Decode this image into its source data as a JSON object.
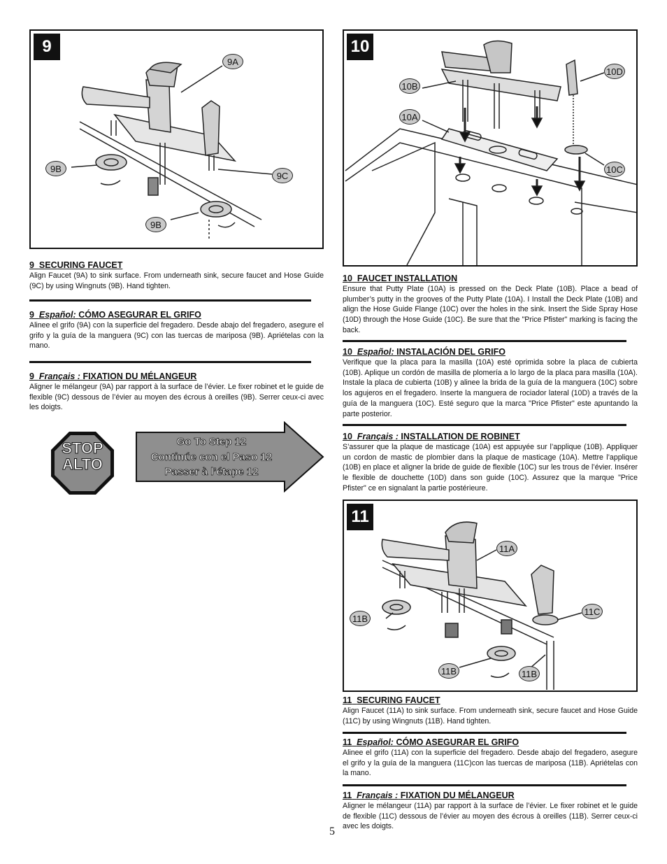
{
  "figure9": {
    "step": "9",
    "callouts": {
      "a": "9A",
      "b_top": "9B",
      "c": "9C",
      "b_bottom": "9B"
    }
  },
  "figure10": {
    "step": "10",
    "callouts": {
      "b": "10B",
      "a": "10A",
      "d": "10D",
      "c": "10C"
    }
  },
  "figure11": {
    "step": "11",
    "callouts": {
      "a": "11A",
      "b_left": "11B",
      "c": "11C",
      "b_mid": "11B",
      "b_right": "11B"
    }
  },
  "sec9_en": {
    "num": "9",
    "title": "SECURING FAUCET",
    "body": "Align Faucet (9A) to sink surface.  From underneath sink, secure faucet and Hose Guide (9C) by using Wingnuts (9B).  Hand tighten."
  },
  "sec9_es": {
    "num": "9",
    "lang": "Español:",
    "title": "CÓMO ASEGURAR EL GRIFO",
    "body": "Alinee el grifo (9A) con la superficie del fregadero. Desde abajo del fregadero, asegure el grifo y la guía de la manguera (9C) con las tuercas de mariposa (9B). Apriételas con la mano."
  },
  "sec9_fr": {
    "num": "9",
    "lang": "Français :",
    "title": "FIXATION DU MÉLANGEUR",
    "body": "Aligner le mélangeur (9A) par rapport à la surface de l’évier. Le fixer robinet et le guide de flexible (9C) dessous de l’évier au moyen des écrous à oreilles (9B). Serrer ceux-ci avec les doigts."
  },
  "stop": {
    "line1": "STOP",
    "line2": "ALTO"
  },
  "goto": {
    "line1": "Go To Step 12",
    "line2": "Continúe con el Paso 12",
    "line3": "Passer à l’étape 12"
  },
  "sec10_en": {
    "num": "10",
    "title": "FAUCET INSTALLATION",
    "body": "Ensure that Putty Plate (10A) is pressed on the Deck Plate (10B).  Place a bead of plumber’s putty in the grooves of the Putty Plate (10A).  I  Install the Deck Plate (10B) and align the Hose Guide Flange (10C) over the holes in the sink.  Insert the Side Spray Hose (10D) through the Hose Guide (10C).  Be sure that the \"Price Pfister\" marking is facing the back."
  },
  "sec10_es": {
    "num": "10",
    "lang": "Español:",
    "title": "INSTALACIÓN DEL GRIFO",
    "body": "Verifique que la placa para la masilla (10A) esté oprimida sobre la placa de cubierta (10B). Aplique un cordón de masilla de plomería a lo largo de la placa para masilla (10A).  Instale la placa de cubierta (10B) y alinee la brida de la guía de la manguera (10C) sobre los agujeros en el fregadero. Inserte la manguera de rociador lateral (10D) a través de la guía de la manguera (10C). Esté seguro que la marca \"Price Pfister\" este apuntando la parte posterior."
  },
  "sec10_fr": {
    "num": "10",
    "lang": "Français :",
    "title": "INSTALLATION DE ROBINET",
    "body": "S’assurer que la plaque de masticage (10A) est appuyée sur l’applique (10B). Appliquer un cordon de mastic de plombier dans la plaque de masticage (10A).  Mettre l’applique (10B) en place et aligner la bride de guide de flexible (10C) sur les trous de l’évier. Insérer le flexible de douchette (10D) dans son guide (10C). Assurez que la marque \"Price Pfister\" ce en signalant la partie postérieure."
  },
  "sec11_en": {
    "num": "11",
    "title": "SECURING FAUCET",
    "body": "Align Faucet (11A) to sink surface.  From underneath sink, secure faucet and Hose Guide (11C) by using Wingnuts (11B).  Hand tighten."
  },
  "sec11_es": {
    "num": "11",
    "lang": "Español:",
    "title": "CÓMO ASEGURAR EL GRIFO",
    "body": "Alinee el grifo (11A) con la superficie del fregadero. Desde abajo del fregadero, asegure el grifo y la guía de la manguera (11C)con las tuercas de mariposa (11B). Apriételas con la mano."
  },
  "sec11_fr": {
    "num": "11",
    "lang": "Français :",
    "title": "FIXATION DU MÉLANGEUR",
    "body": "Aligner le mélangeur (11A) par rapport à la surface de l’évier. Le fixer robinet et le guide de flexible (11C) dessous de l’évier au moyen des écrous à oreilles (11B). Serrer ceux-ci avec les doigts."
  },
  "page": {
    "number": "5"
  }
}
